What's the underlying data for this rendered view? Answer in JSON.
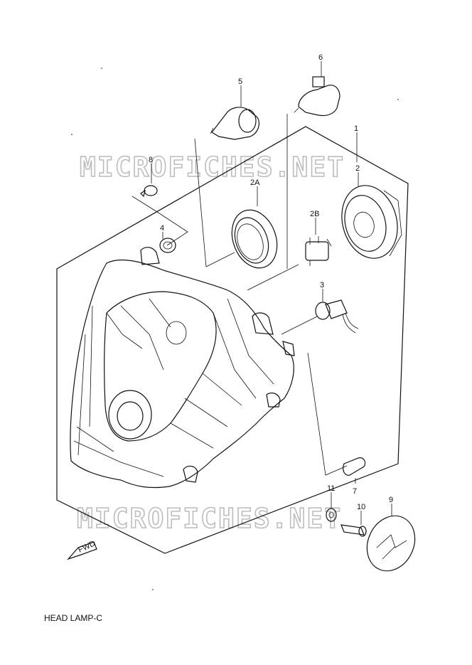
{
  "caption": "HEAD LAMP-C",
  "watermarks": [
    "MICROFICHES.NET",
    "MICROFICHES.NET"
  ],
  "fwd_label": "FWD",
  "callouts": [
    "1",
    "2",
    "2A",
    "2B",
    "3",
    "4",
    "5",
    "6",
    "7",
    "8",
    "9",
    "10",
    "11"
  ]
}
